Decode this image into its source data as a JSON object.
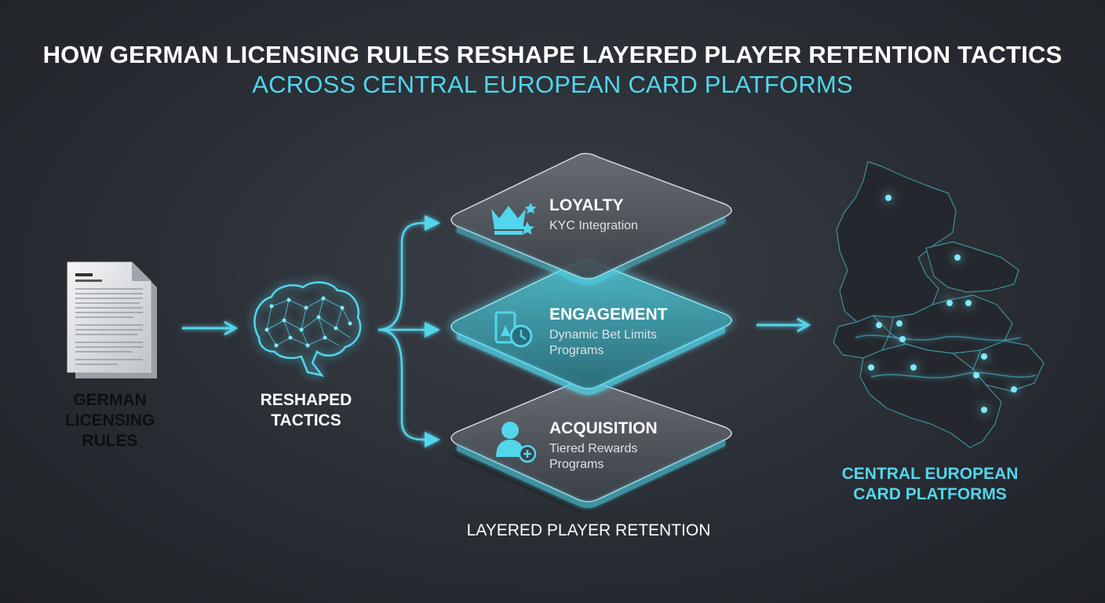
{
  "title": {
    "line1": "HOW GERMAN LICENSING RULES RESHAPE LAYERED PLAYER RETENTION TACTICS",
    "line2": "ACROSS CENTRAL EUROPEAN CARD PLATFORMS"
  },
  "nodes": {
    "document_label": "GERMAN\nLICENSING\nRULES",
    "brain_label": "RESHAPED\nTACTICS",
    "map_label": "CENTRAL EUROPEAN\nCARD PLATFORMS",
    "stack_label": "LAYERED PLAYER RETENTION"
  },
  "layers": [
    {
      "title": "LOYALTY",
      "sub": "KYC Integration",
      "icon": "crown-stars-icon"
    },
    {
      "title": "ENGAGEMENT",
      "sub": "Dynamic Bet Limits\nPrograms",
      "icon": "bet-timer-icon"
    },
    {
      "title": "ACQUISITION",
      "sub": "Tiered Rewards\nPrograms",
      "icon": "user-add-icon"
    }
  ],
  "colors": {
    "accent": "#52d6ec",
    "background": "#2c3037",
    "title": "#ffffff"
  }
}
